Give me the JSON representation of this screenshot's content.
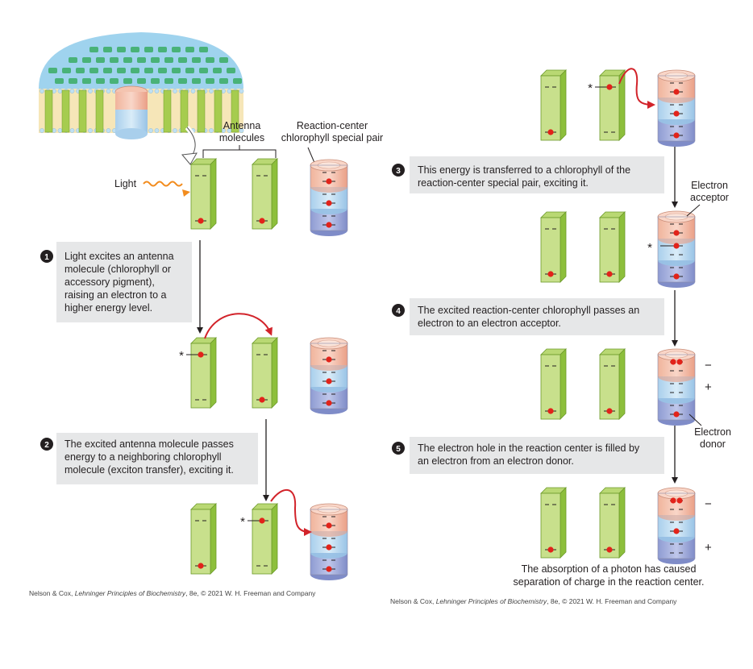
{
  "colors": {
    "antenna_face": "#c8e08c",
    "antenna_side": "#8dbf3c",
    "ring_pink": "#f4c4b0",
    "ring_blue": "#c2def2",
    "ring_purple": "#a7b2dc",
    "electron": "#e2231a",
    "arrow_red": "#d2232a",
    "box_gray": "#e6e7e8"
  },
  "labels": {
    "antenna": [
      "Antenna",
      "molecules"
    ],
    "reaction_center": [
      "Reaction-center",
      "chlorophyll special pair"
    ],
    "light": "Light",
    "electron_acceptor": [
      "Electron",
      "acceptor"
    ],
    "electron_donor": [
      "Electron",
      "donor"
    ],
    "star": "*",
    "minus": "−",
    "plus": "+"
  },
  "steps": [
    {
      "num": "1",
      "lines": [
        "Light excites an antenna",
        "molecule (chlorophyll or",
        "accessory pigment),",
        "raising an electron to a",
        "higher energy level."
      ]
    },
    {
      "num": "2",
      "lines": [
        "The excited antenna molecule passes",
        "energy to a neighboring chlorophyll",
        "molecule (exciton transfer), exciting it."
      ]
    },
    {
      "num": "3",
      "lines": [
        "This energy is transferred to a chlorophyll of the",
        "reaction-center special pair, exciting it."
      ]
    },
    {
      "num": "4",
      "lines": [
        "The excited reaction-center chlorophyll passes an",
        "electron to an electron acceptor."
      ]
    },
    {
      "num": "5",
      "lines": [
        "The electron hole in the reaction center is filled by",
        "an electron from an electron donor."
      ]
    }
  ],
  "final_caption": [
    "The absorption of a photon has caused",
    "separation of charge in the reaction center."
  ],
  "credit": {
    "prefix": "Nelson & Cox, ",
    "book": "Lehninger Principles of Biochemistry",
    "suffix": ", 8e, © 2021 W. H. Freeman and Company"
  }
}
